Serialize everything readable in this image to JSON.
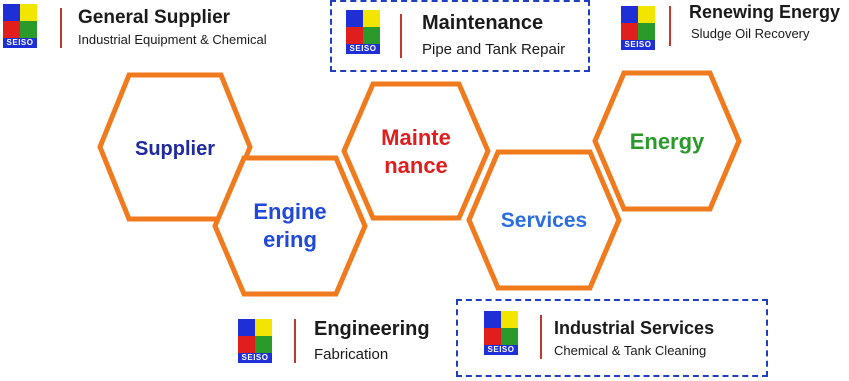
{
  "brand": {
    "logo_text": "SEISO",
    "colors": {
      "blue": "#1f2fd6",
      "yellow": "#f2e600",
      "red": "#e01e1e",
      "green": "#2a9a2a"
    }
  },
  "hexagons": [
    {
      "id": "supplier",
      "line1": "Supplier",
      "line2": "",
      "color": "#1f2a9e"
    },
    {
      "id": "engineering",
      "line1": "Engine",
      "line2": "ering",
      "color": "#1f49d6"
    },
    {
      "id": "maintenance",
      "line1": "Mainte",
      "line2": "nance",
      "color": "#e01e1e"
    },
    {
      "id": "services",
      "line1": "Services",
      "line2": "",
      "color": "#2a6fe0"
    },
    {
      "id": "energy",
      "line1": "Energy",
      "line2": "",
      "color": "#2a9a2a"
    }
  ],
  "hex_outline_color": "#f07a1e",
  "cards": {
    "general_supplier": {
      "title": "General Supplier",
      "subtitle": "Industrial Equipment & Chemical"
    },
    "maintenance": {
      "title": "Maintenance",
      "subtitle": "Pipe and Tank Repair"
    },
    "renewing_energy": {
      "title": "Renewing Energy",
      "subtitle": "Sludge Oil Recovery"
    },
    "engineering": {
      "title": "Engineering",
      "subtitle": "Fabrication"
    },
    "industrial_services": {
      "title": "Industrial Services",
      "subtitle": "Chemical & Tank Cleaning"
    }
  }
}
